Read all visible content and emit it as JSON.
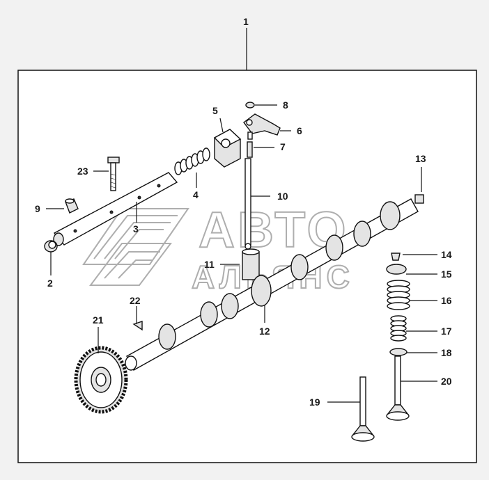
{
  "watermark": {
    "line1": "АВТО",
    "line2": "АЛЬЯНС"
  },
  "callouts": {
    "c1": "1",
    "c2": "2",
    "c3": "3",
    "c4": "4",
    "c5": "5",
    "c6": "6",
    "c7": "7",
    "c8": "8",
    "c9": "9",
    "c10": "10",
    "c11": "11",
    "c12": "12",
    "c13": "13",
    "c14": "14",
    "c15": "15",
    "c16": "16",
    "c17": "17",
    "c18": "18",
    "c19": "19",
    "c20": "20",
    "c21": "21",
    "c22": "22",
    "c23": "23"
  },
  "colors": {
    "background": "#f2f2f2",
    "frame": "#ffffff",
    "line": "#111111",
    "watermark": "#9a9a9a"
  }
}
